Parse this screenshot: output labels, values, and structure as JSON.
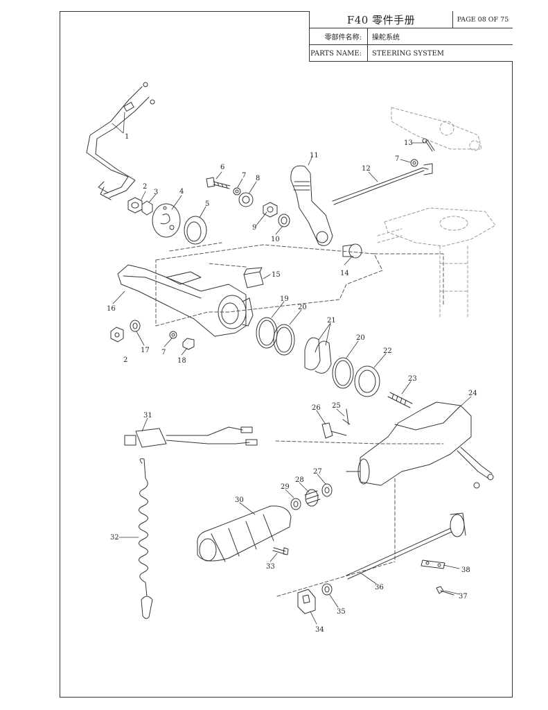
{
  "header": {
    "title": "F40 零件手册",
    "page": "PAGE 08 OF 75",
    "name_cn_label": "零部件名称:",
    "name_cn_value": "操舵系统",
    "name_en_label": "PARTS NAME:",
    "name_en_value": "STEERING SYSTEM"
  },
  "callouts": {
    "c1": "1",
    "c2a": "2",
    "c2b": "2",
    "c3": "3",
    "c4": "4",
    "c5": "5",
    "c6": "6",
    "c7a": "7",
    "c7b": "7",
    "c7c": "7",
    "c8": "8",
    "c9": "9",
    "c10": "10",
    "c11": "11",
    "c12": "12",
    "c13": "13",
    "c14": "14",
    "c15": "15",
    "c16": "16",
    "c17": "17",
    "c18": "18",
    "c19": "19",
    "c20a": "20",
    "c20b": "20",
    "c21": "21",
    "c22": "22",
    "c23": "23",
    "c24": "24",
    "c25": "25",
    "c26": "26",
    "c27": "27",
    "c28": "28",
    "c29": "29",
    "c30": "30",
    "c31": "31",
    "c32": "32",
    "c33": "33",
    "c34": "34",
    "c35": "35",
    "c36": "36",
    "c37": "37",
    "c38": "38"
  }
}
